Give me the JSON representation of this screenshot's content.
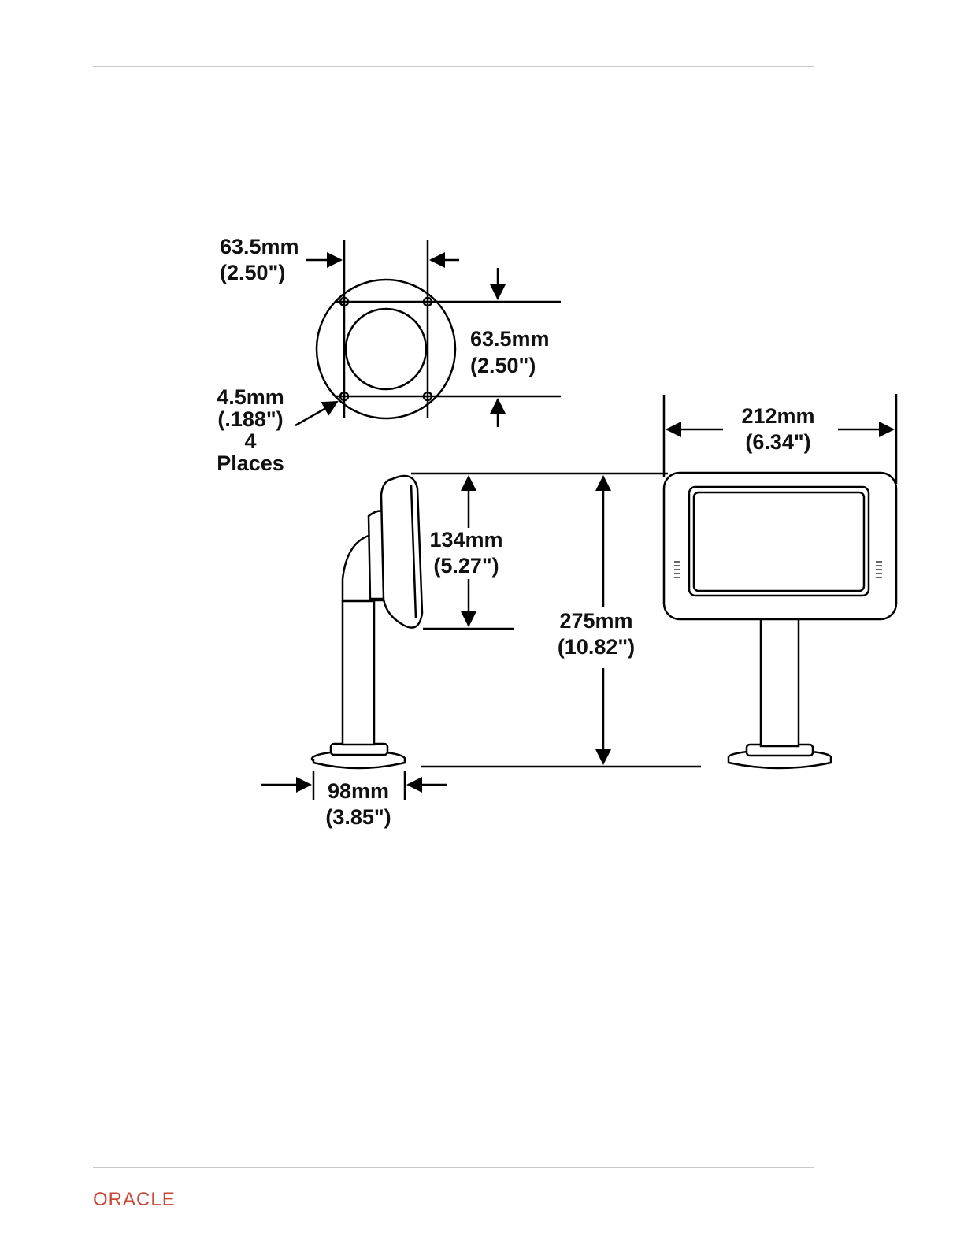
{
  "footer": {
    "logo_text": "ORACLE",
    "logo_color": "#c74634"
  },
  "diagram": {
    "hole_spacing_h": {
      "line1": "63.5mm",
      "line2": "(2.50\")"
    },
    "hole_spacing_v": {
      "line1": "63.5mm",
      "line2": "(2.50\")"
    },
    "hole_diameter": {
      "line1": "4.5mm",
      "line2": "(.188\")",
      "line3": "4",
      "line4": "Places"
    },
    "width": {
      "line1": "212mm",
      "line2": "(6.34\")"
    },
    "display_height": {
      "line1": "134mm",
      "line2": "(5.27\")"
    },
    "overall_height": {
      "line1": "275mm",
      "line2": "(10.82\")"
    },
    "base_width": {
      "line1": "98mm",
      "line2": "(3.85\")"
    }
  }
}
